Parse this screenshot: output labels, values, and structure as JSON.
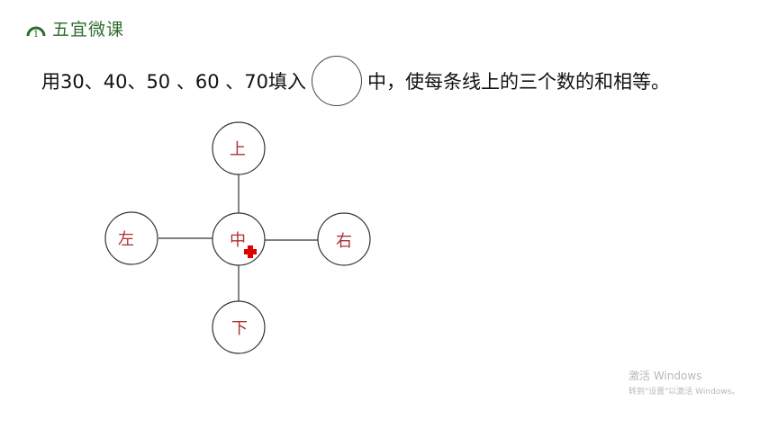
{
  "header": {
    "logo_text": "五宜微课",
    "logo_badge": "1",
    "brand_color": "#2e6b2e"
  },
  "question": {
    "before": "用30、40、50 、60 、70填入",
    "after": "中，使每条线上的三个数的和相等。"
  },
  "diagram": {
    "nodes": [
      {
        "id": "top",
        "label": "上"
      },
      {
        "id": "left",
        "label": "左"
      },
      {
        "id": "center",
        "label": "中"
      },
      {
        "id": "right",
        "label": "右"
      },
      {
        "id": "bottom",
        "label": "下"
      }
    ],
    "label_color": "#b03030"
  },
  "cursor": {
    "icon": "red-cross-cursor",
    "color": "#e00000"
  },
  "watermark": {
    "line1": "激活 Windows",
    "line2": "转到\"设置\"以激活 Windows。"
  }
}
